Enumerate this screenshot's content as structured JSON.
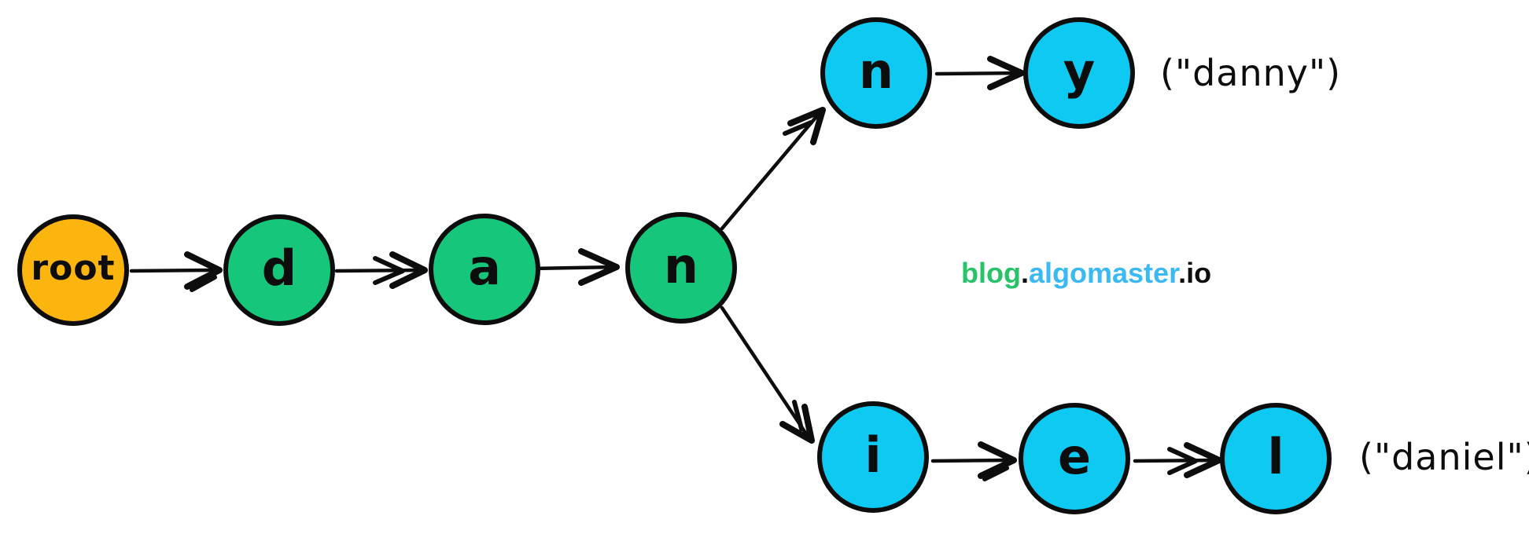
{
  "diagram": {
    "type": "trie",
    "nodes": [
      {
        "id": "root",
        "label": "root",
        "role": "root"
      },
      {
        "id": "d",
        "label": "d",
        "role": "prefix"
      },
      {
        "id": "a",
        "label": "a",
        "role": "prefix"
      },
      {
        "id": "n1",
        "label": "n",
        "role": "prefix"
      },
      {
        "id": "n2",
        "label": "n",
        "role": "leaf-branch-top"
      },
      {
        "id": "y",
        "label": "y",
        "role": "leaf-branch-top"
      },
      {
        "id": "i",
        "label": "i",
        "role": "leaf-branch-bottom"
      },
      {
        "id": "e",
        "label": "e",
        "role": "leaf-branch-bottom"
      },
      {
        "id": "l",
        "label": "l",
        "role": "leaf-branch-bottom"
      }
    ],
    "edges": [
      "root->d",
      "d->a",
      "a->n",
      "n->n",
      "n->y",
      "n->i",
      "i->e",
      "e->l"
    ],
    "word_labels": {
      "danny": "(\"danny\")",
      "daniel": "(\"daniel\")"
    }
  },
  "watermark": {
    "blog": "blog",
    "dot1": ".",
    "algomaster": "algomaster",
    "dot2": ".",
    "io": "io"
  },
  "colors": {
    "root-fill": "#FCB40E",
    "prefix-fill": "#15C67B",
    "leaf-fill": "#0EC9F2",
    "ink": "#0d0d0d",
    "watermark-green": "#28C268",
    "watermark-blue": "#3BB9F4"
  }
}
